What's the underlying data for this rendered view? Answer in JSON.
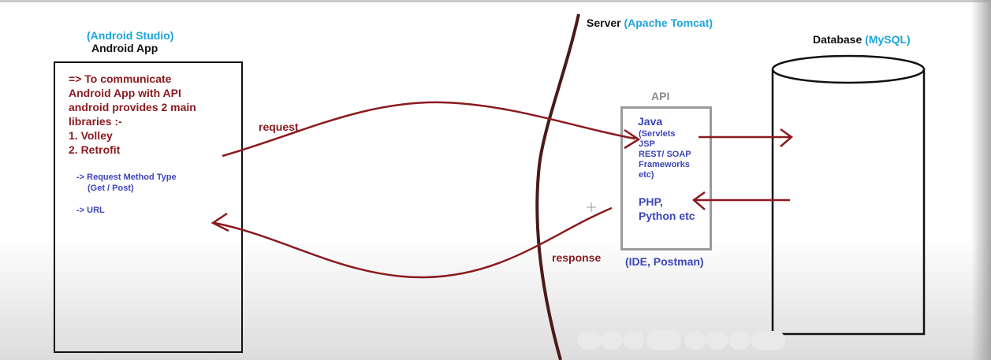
{
  "android": {
    "tool": "(Android Studio)",
    "title": "Android App",
    "lines": [
      "=> To communicate",
      "Android App with API",
      "android provides 2 main",
      "libraries :-",
      "1. Volley",
      "2. Retrofit"
    ],
    "request_method_1": "-> Request Method Type",
    "request_method_2": "(Get / Post)",
    "url": "-> URL"
  },
  "server": {
    "label": "Server",
    "tool": "(Apache Tomcat)"
  },
  "api": {
    "title": "API",
    "java": "Java",
    "java_details": [
      "(Servlets",
      "JSP",
      "REST/ SOAP",
      "Frameworks",
      "etc)"
    ],
    "php_1": "PHP,",
    "php_2": "Python etc",
    "tools": "(IDE, Postman)"
  },
  "database": {
    "label": "Database",
    "tool": "(MySQL)"
  },
  "arrows": {
    "request": "request",
    "response": "response"
  },
  "colors": {
    "accent_cyan": "#1ea5d9",
    "arrow_red": "#8a1a1f",
    "text_blue": "#3d45b8"
  }
}
